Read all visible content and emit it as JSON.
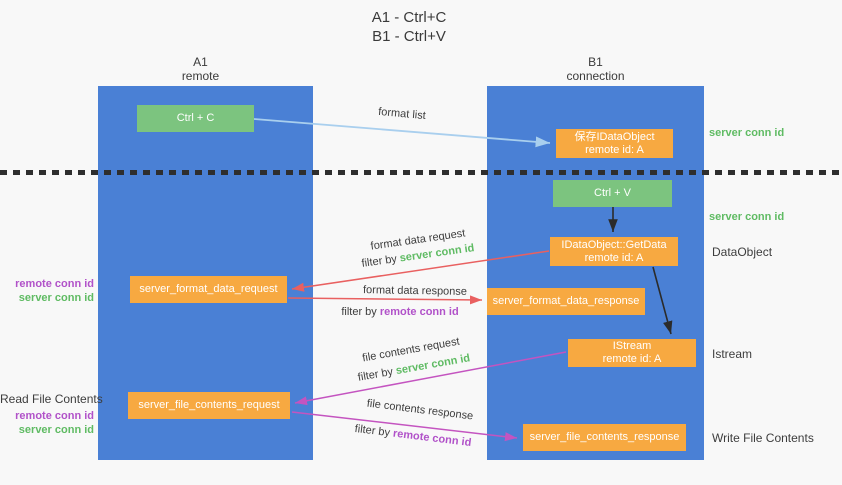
{
  "title": {
    "line1": "A1 - Ctrl+C",
    "line2": "B1 - Ctrl+V"
  },
  "lanes": {
    "a1": {
      "name": "A1",
      "subtitle": "remote"
    },
    "b1": {
      "name": "B1",
      "subtitle": "connection"
    }
  },
  "nodes": {
    "ctrl_c": {
      "label": "Ctrl + C"
    },
    "ctrl_v": {
      "label": "Ctrl + V"
    },
    "save_idataobject": {
      "line1": "保存IDataObject",
      "line2": "remote id: A"
    },
    "getdata": {
      "line1": "IDataObject::GetData",
      "line2": "remote id: A"
    },
    "istream": {
      "line1": "IStream",
      "line2": "remote id: A"
    },
    "server_format_data_request": {
      "label": "server_format_data_request"
    },
    "server_format_data_response": {
      "label": "server_format_data_response"
    },
    "server_file_contents_request": {
      "label": "server_file_contents_request"
    },
    "server_file_contents_response": {
      "label": "server_file_contents_response"
    }
  },
  "edge_labels": {
    "format_list": "format list",
    "format_data_request": "format data request",
    "format_data_request_filter": {
      "prefix": "filter by ",
      "key": "server conn id"
    },
    "format_data_response": "format data response",
    "format_data_response_filter": {
      "prefix": "filter by ",
      "key": "remote conn id"
    },
    "file_contents_request": "file contents request",
    "file_contents_request_filter": {
      "prefix": "filter by ",
      "key": "server conn id"
    },
    "file_contents_response": "file contents response",
    "file_contents_response_filter": {
      "prefix": "filter by ",
      "key": "remote conn id"
    }
  },
  "side_labels": {
    "server_conn_id_top": "server conn id",
    "server_conn_id_mid": "server conn id",
    "dataobject": "DataObject",
    "istream": "Istream",
    "write_file_contents": "Write File Contents",
    "read_file_contents": "Read File Contents",
    "remote_conn_id_format": "remote conn id",
    "server_conn_id_format": "server conn id",
    "remote_conn_id_file": "remote conn id",
    "server_conn_id_file": "server conn id"
  },
  "colors": {
    "background": "#f8f8f8",
    "lane_blue": "#4a80d5",
    "green_box": "#7cc47f",
    "orange_box": "#f7a941",
    "green_text": "#5fbb63",
    "purple_text": "#b152c9",
    "red_arrow": "#e96060",
    "magenta_arrow": "#c454c0",
    "light_blue_arrow": "#a9cfee",
    "black_arrow": "#2b2b2b"
  }
}
